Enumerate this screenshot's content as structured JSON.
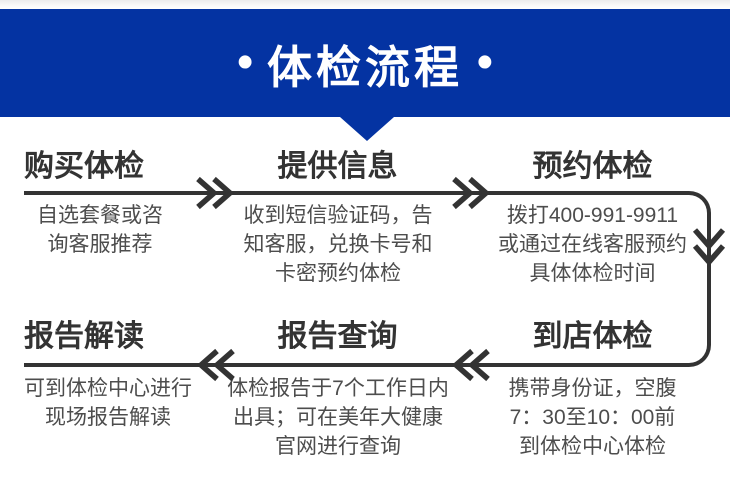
{
  "banner": {
    "bullet_left": "•",
    "title": "体检流程",
    "bullet_right": "•"
  },
  "steps": [
    {
      "title": "购买体检",
      "desc_lines": [
        "自选套餐或咨",
        "询客服推荐"
      ]
    },
    {
      "title": "提供信息",
      "desc_lines": [
        "收到短信验证码，告",
        "知客服，兑换卡号和",
        "卡密预约体检"
      ]
    },
    {
      "title": "预约体检",
      "desc_lines": [
        "拨打400-991-9911",
        "或通过在线客服预约",
        "具体体检时间"
      ]
    },
    {
      "title": "到店体检",
      "desc_lines": [
        "携带身份证，空腹",
        "7：30至10：00前",
        "到体检中心体检"
      ]
    },
    {
      "title": "报告查询",
      "desc_lines": [
        "体检报告于7个工作日内",
        "出具；可在美年大健康",
        "官网进行查询"
      ]
    },
    {
      "title": "报告解读",
      "desc_lines": [
        "可到体检中心进行",
        "现场报告解读"
      ]
    }
  ],
  "icons": {
    "forward_arrow": "double-chevron-right",
    "down_arrow": "double-chevron-down",
    "back_arrow": "double-chevron-left"
  },
  "colors": {
    "banner_bg": "#0433a2",
    "banner_text": "#ffffff",
    "flow_line": "#333333",
    "title_text": "#333333",
    "desc_text": "#4d4d4d"
  }
}
